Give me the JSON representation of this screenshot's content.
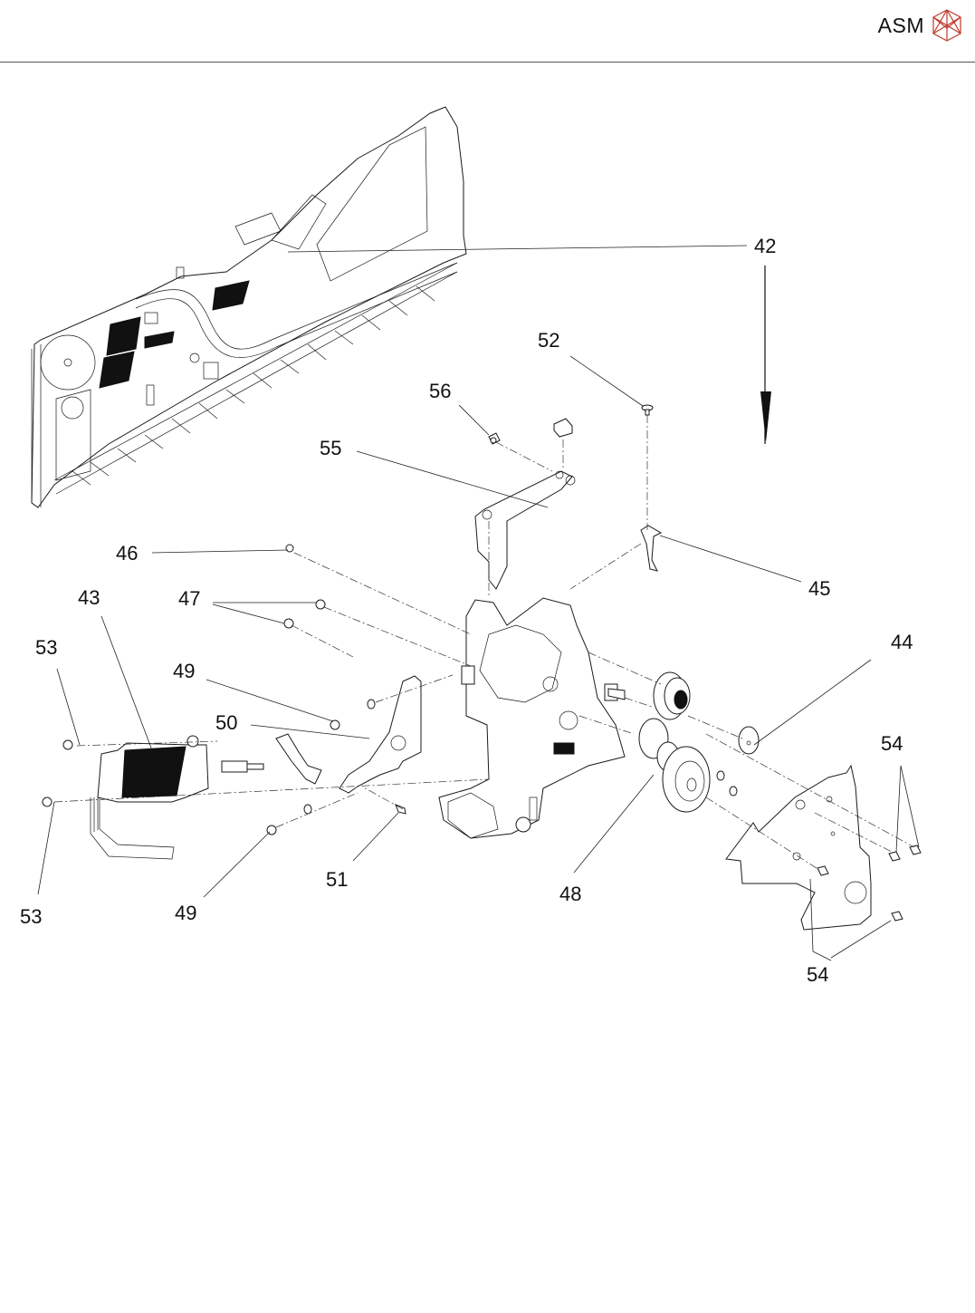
{
  "header": {
    "brand_name": "ASM",
    "logo_icon": "asm-hexagon-logo-icon",
    "brand_color": "#c0392b"
  },
  "figure": {
    "type": "exploded-parts-diagram",
    "callouts": [
      {
        "id": "42",
        "label": "42"
      },
      {
        "id": "43",
        "label": "43"
      },
      {
        "id": "44",
        "label": "44"
      },
      {
        "id": "45",
        "label": "45"
      },
      {
        "id": "46",
        "label": "46"
      },
      {
        "id": "47",
        "label": "47"
      },
      {
        "id": "48",
        "label": "48"
      },
      {
        "id": "49a",
        "label": "49"
      },
      {
        "id": "49b",
        "label": "49"
      },
      {
        "id": "50",
        "label": "50"
      },
      {
        "id": "51",
        "label": "51"
      },
      {
        "id": "52",
        "label": "52"
      },
      {
        "id": "53a",
        "label": "53"
      },
      {
        "id": "53b",
        "label": "53"
      },
      {
        "id": "54a",
        "label": "54"
      },
      {
        "id": "54b",
        "label": "54"
      },
      {
        "id": "55",
        "label": "55"
      },
      {
        "id": "56",
        "label": "56"
      }
    ]
  }
}
